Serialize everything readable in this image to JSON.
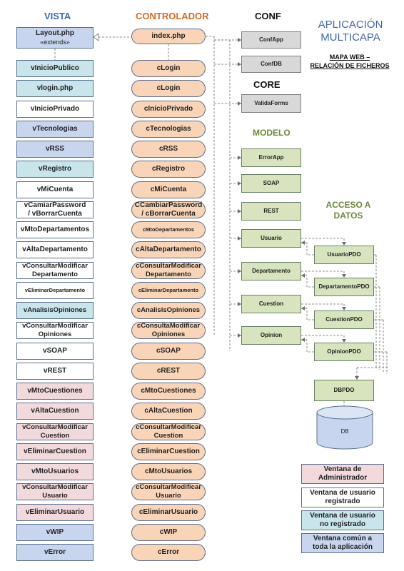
{
  "colors": {
    "admin": "#f2d9dc",
    "registered": "#ffffff",
    "unregistered": "#c7e5ea",
    "common": "#c7d6ee",
    "controller": "#f9d4b6",
    "model": "#d7e4bd",
    "config": "#d8d8d8",
    "heading_blue": "#3f68a8",
    "heading_orange": "#d86a20",
    "heading_green": "#6a8a3a"
  },
  "headings": {
    "vista": "VISTA",
    "controlador": "CONTROLADOR",
    "conf": "CONF",
    "core": "CORE",
    "modelo": "MODELO",
    "acceso_datos": "ACCESO A\nDATOS",
    "app_title": "APLICACIÓN\nMULTICAPA",
    "subtitle": "MAPA WEB –\nRELACIÓN DE FICHEROS"
  },
  "layout_box": {
    "label": "Layout.php",
    "extends": "«extends»",
    "type": "common"
  },
  "index_box": {
    "label": "index.php"
  },
  "views": [
    {
      "label": "vInicioPublico",
      "type": "unregistered"
    },
    {
      "label": "vlogin.php",
      "type": "unregistered"
    },
    {
      "label": "vInicioPrivado",
      "type": "registered"
    },
    {
      "label": "vTecnologias",
      "type": "common"
    },
    {
      "label": "vRSS",
      "type": "common"
    },
    {
      "label": "vRegistro",
      "type": "unregistered"
    },
    {
      "label": "vMiCuenta",
      "type": "registered"
    },
    {
      "label": "vCamiarPassword\n/ vBorrarCuenta",
      "type": "registered"
    },
    {
      "label": "vMtoDepartamentos",
      "type": "registered"
    },
    {
      "label": "vAltaDepartamento",
      "type": "registered"
    },
    {
      "label": "vConsultarModificar\nDepartamento",
      "type": "registered"
    },
    {
      "label": "vEliminarDepartamento",
      "type": "registered",
      "small": true
    },
    {
      "label": "vAnalisisOpiniones",
      "type": "unregistered"
    },
    {
      "label": "vConsultarModificar\nOpiniones",
      "type": "registered"
    },
    {
      "label": "vSOAP",
      "type": "registered"
    },
    {
      "label": "vREST",
      "type": "registered"
    },
    {
      "label": "vMtoCuestiones",
      "type": "admin"
    },
    {
      "label": "vAltaCuestion",
      "type": "admin"
    },
    {
      "label": "vConsultarModificar\nCuestion",
      "type": "admin"
    },
    {
      "label": "vEliminarCuestion",
      "type": "admin"
    },
    {
      "label": "vMtoUsuarios",
      "type": "admin"
    },
    {
      "label": "vConsultarModificar\nUsuario",
      "type": "admin"
    },
    {
      "label": "vEliminarUsuario",
      "type": "admin"
    },
    {
      "label": "vWIP",
      "type": "common"
    },
    {
      "label": "vError",
      "type": "common"
    }
  ],
  "controllers": [
    {
      "label": "cLogin"
    },
    {
      "label": "cLogin"
    },
    {
      "label": "cInicioPrivado"
    },
    {
      "label": "cTecnologias"
    },
    {
      "label": "cRSS"
    },
    {
      "label": "cRegistro"
    },
    {
      "label": "cMiCuenta"
    },
    {
      "label": "CCambiarPassword\n/ cBorrarCuenta"
    },
    {
      "label": "cMtoDepartamentos",
      "small": true
    },
    {
      "label": "cAltaDepartamento"
    },
    {
      "label": "cConsultarModificar\nDepartamento"
    },
    {
      "label": "cEliminarDepartamento",
      "small": true
    },
    {
      "label": "cAnalisisOpiniones"
    },
    {
      "label": "cConsultaModificar\nOpiniones"
    },
    {
      "label": "cSOAP"
    },
    {
      "label": "cREST"
    },
    {
      "label": "cMtoCuestiones"
    },
    {
      "label": "cAltaCuestion"
    },
    {
      "label": "cConsultarModificar\nCuestion"
    },
    {
      "label": "cEliminarCuestion"
    },
    {
      "label": "cMtoUsuarios"
    },
    {
      "label": "cConsultarModificar\nUsuario"
    },
    {
      "label": "cEliminarUsuario"
    },
    {
      "label": "cWIP"
    },
    {
      "label": "cError"
    }
  ],
  "conf": [
    "ConfApp",
    "ConfDB"
  ],
  "core": [
    "ValidaForms"
  ],
  "modelo": [
    "ErrorApp",
    "SOAP",
    "REST",
    "Usuario",
    "Departamento",
    "Cuestion",
    "Opinion"
  ],
  "pdo": [
    "UsuarioPDO",
    "DepartamentoPDO",
    "CuestionPDO",
    "OpinionPDO"
  ],
  "dbpdo": "DBPDO",
  "db": "DB",
  "legend": [
    {
      "label": "Ventana de\nAdministrador",
      "type": "admin"
    },
    {
      "label": "Ventana de usuario\nregistrado",
      "type": "registered"
    },
    {
      "label": "Ventana de usuario\nno registrado",
      "type": "unregistered"
    },
    {
      "label": "Ventana común a\ntoda la aplicación",
      "type": "common"
    }
  ]
}
